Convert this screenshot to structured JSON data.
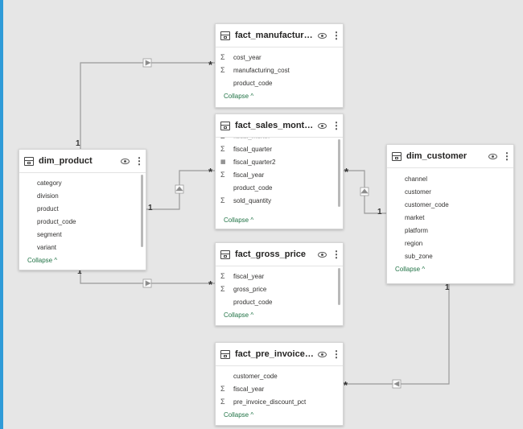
{
  "tables": {
    "fact_manufacturing_cost": {
      "title": "fact_manufacturing_c...",
      "fields": [
        {
          "icon": "Σ",
          "name": "cost_year"
        },
        {
          "icon": "Σ",
          "name": "manufacturing_cost"
        },
        {
          "icon": "",
          "name": "product_code"
        }
      ],
      "collapse": "Collapse ^"
    },
    "fact_sales_monthly": {
      "title": "fact_sales_monthly",
      "fields": [
        {
          "icon": "Σ",
          "name": "fiscal_month"
        },
        {
          "icon": "Σ",
          "name": "fiscal_quarter"
        },
        {
          "icon": "calendar",
          "name": "fiscal_quarter2"
        },
        {
          "icon": "Σ",
          "name": "fiscal_year"
        },
        {
          "icon": "",
          "name": "product_code"
        },
        {
          "icon": "Σ",
          "name": "sold_quantity"
        }
      ],
      "collapse": "Collapse ^"
    },
    "dim_product": {
      "title": "dim_product",
      "fields": [
        {
          "icon": "",
          "name": "category"
        },
        {
          "icon": "",
          "name": "division"
        },
        {
          "icon": "",
          "name": "product"
        },
        {
          "icon": "",
          "name": "product_code"
        },
        {
          "icon": "",
          "name": "segment"
        },
        {
          "icon": "",
          "name": "variant"
        }
      ],
      "collapse": "Collapse ^"
    },
    "dim_customer": {
      "title": "dim_customer",
      "fields": [
        {
          "icon": "",
          "name": "channel"
        },
        {
          "icon": "",
          "name": "customer"
        },
        {
          "icon": "",
          "name": "customer_code"
        },
        {
          "icon": "",
          "name": "market"
        },
        {
          "icon": "",
          "name": "platform"
        },
        {
          "icon": "",
          "name": "region"
        },
        {
          "icon": "",
          "name": "sub_zone"
        }
      ],
      "collapse": "Collapse ^"
    },
    "fact_gross_price": {
      "title": "fact_gross_price",
      "fields": [
        {
          "icon": "Σ",
          "name": "fiscal_year"
        },
        {
          "icon": "Σ",
          "name": "gross_price"
        },
        {
          "icon": "",
          "name": "product_code"
        }
      ],
      "collapse": "Collapse ^"
    },
    "fact_pre_invoice_deductions": {
      "title": "fact_pre_invoice_ded...",
      "fields": [
        {
          "icon": "",
          "name": "customer_code"
        },
        {
          "icon": "Σ",
          "name": "fiscal_year"
        },
        {
          "icon": "Σ",
          "name": "pre_invoice_discount_pct"
        }
      ],
      "collapse": "Collapse ^"
    }
  },
  "cardinality": {
    "one": "1",
    "many": "*"
  }
}
